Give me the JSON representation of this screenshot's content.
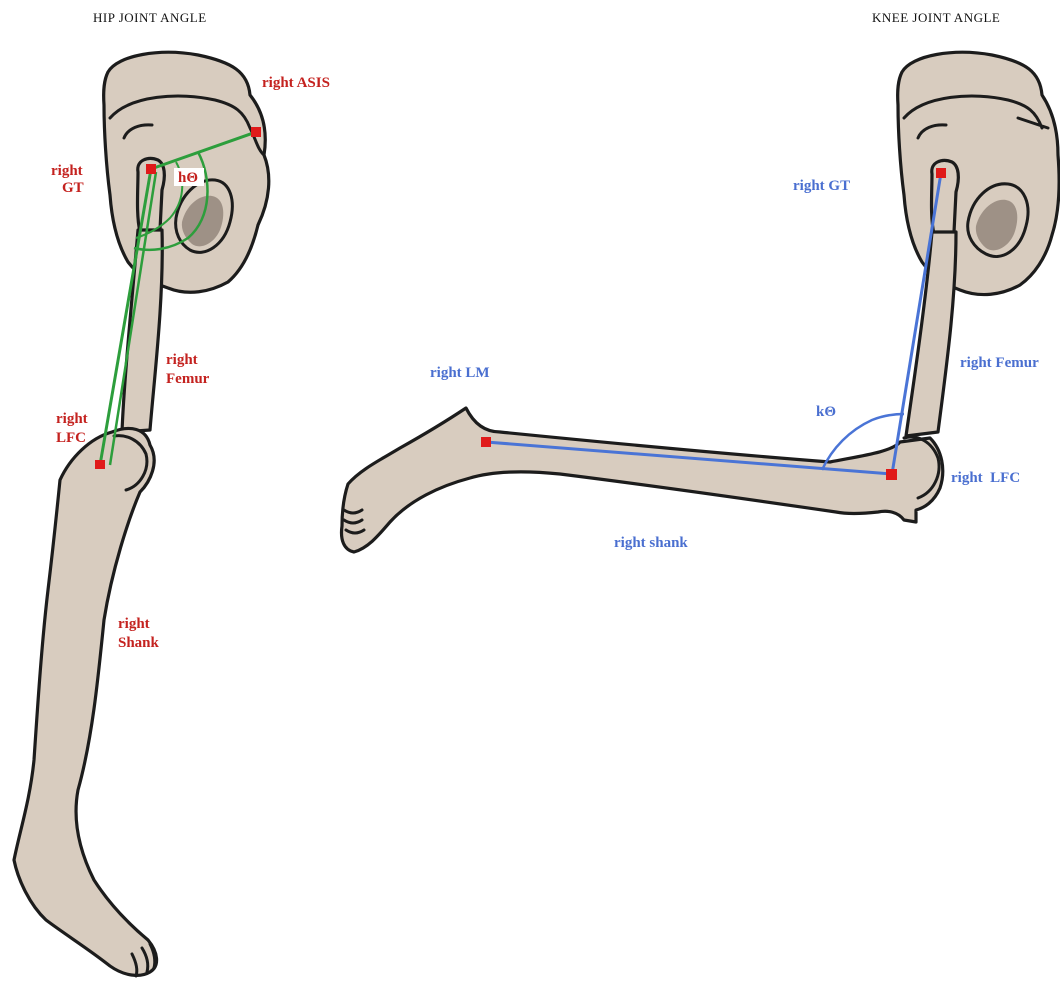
{
  "colors": {
    "bone_fill": "#d8ccbf",
    "outline": "#1c1c1c",
    "hip_line": "#2d9e3c",
    "knee_line": "#4a74d6",
    "marker": "#e01a1a",
    "red_label": "#c4221f",
    "blue_label": "#4a6fd0",
    "title": "#111111"
  },
  "hip_panel": {
    "title": "HIP JOINT ANGLE",
    "labels": {
      "asis": "right ASIS",
      "gt_1": "right",
      "gt_2": "GT",
      "angle": "hΘ",
      "femur_1": "right",
      "femur_2": "Femur",
      "lfc_1": "right",
      "lfc_2": "LFC",
      "shank_1": "right",
      "shank_2": "Shank"
    }
  },
  "knee_panel": {
    "title": "KNEE JOINT ANGLE",
    "labels": {
      "gt": "right GT",
      "femur": "right Femur",
      "lm": "right LM",
      "angle": "kΘ",
      "lfc": "right  LFC",
      "shank": "right shank"
    }
  }
}
